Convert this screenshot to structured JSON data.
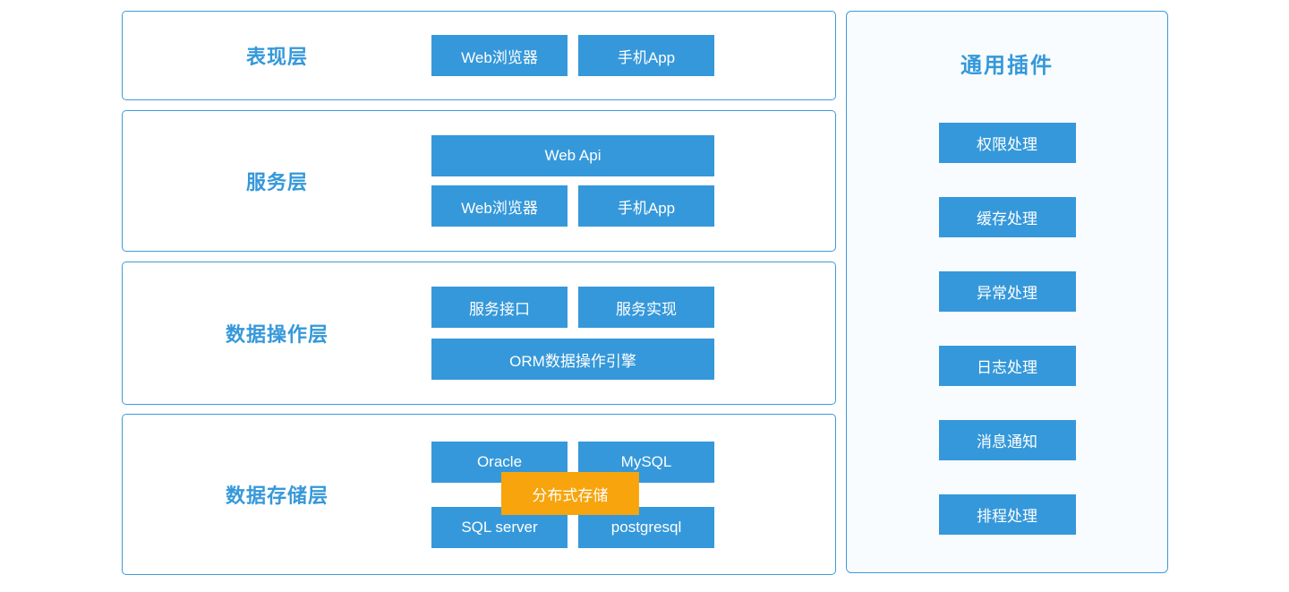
{
  "colors": {
    "accent_blue": "#3598da",
    "node_blue": "#3598da",
    "border_blue": "#3d9bdb",
    "overlay_orange": "#f7a40d",
    "panel_bg": "#f8fcff",
    "node_text": "#ffffff",
    "page_bg": "#ffffff"
  },
  "layers": [
    {
      "label": "表现层",
      "rows": [
        [
          "Web浏览器",
          "手机App"
        ]
      ]
    },
    {
      "label": "服务层",
      "rows": [
        [
          "Web Api"
        ],
        [
          "Web浏览器",
          "手机App"
        ]
      ]
    },
    {
      "label": "数据操作层",
      "rows": [
        [
          "服务接口",
          "服务实现"
        ],
        [
          "ORM数据操作引擎"
        ]
      ]
    },
    {
      "label": "数据存储层",
      "rows": [
        [
          "Oracle",
          "MySQL"
        ],
        [
          "SQL server",
          "postgresql"
        ]
      ],
      "overlay": "分布式存储"
    }
  ],
  "plugins_panel": {
    "title": "通用插件",
    "items": [
      "权限处理",
      "缓存处理",
      "异常处理",
      "日志处理",
      "消息通知",
      "排程处理"
    ]
  }
}
